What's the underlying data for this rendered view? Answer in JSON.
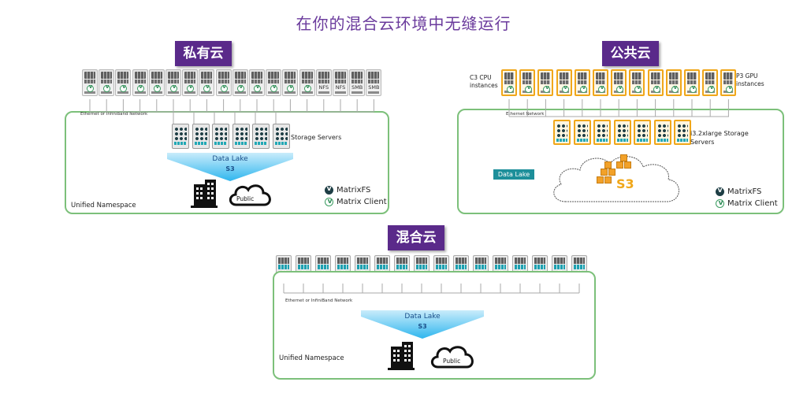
{
  "header": {
    "title": "在你的混合云环境中无缝运行"
  },
  "private_cloud": {
    "badge": "私有云",
    "network_label": "Ethernet or InfiniBand Network",
    "protocol_labels": [
      "NFS",
      "NFS",
      "SMB",
      "SMB"
    ],
    "storage_label": "Storage Servers",
    "data_lake_label": "Data Lake",
    "s3_label": "S3",
    "public_cloud_label": "Public",
    "namespace_label": "Unified Namespace",
    "legend": {
      "matrixfs": "MatrixFS",
      "client": "Matrix Client"
    }
  },
  "public_cloud": {
    "badge": "公共云",
    "cpu_label": "C3 CPU instances",
    "gpu_label": "P3 GPU instances",
    "network_label": "Ethernet Network",
    "storage_label": "i3.2xlarge Storage Servers",
    "data_lake_label": "Data Lake",
    "s3_label": "S3",
    "legend": {
      "matrixfs": "MatrixFS",
      "client": "Matrix Client"
    }
  },
  "hybrid_cloud": {
    "badge": "混合云",
    "network_label": "Ethernet or InfiniBand Network",
    "data_lake_label": "Data Lake",
    "s3_label": "S3",
    "public_cloud_label": "Public",
    "namespace_label": "Unified Namespace"
  },
  "colors": {
    "title": "#6a3a9c",
    "badge": "#5a2a8a",
    "panel_border": "#7cc07a",
    "aws_orange": "#f0a71a",
    "data_lake_blue": "#2fb6ee",
    "data_lake_teal": "#1d8f9a"
  }
}
